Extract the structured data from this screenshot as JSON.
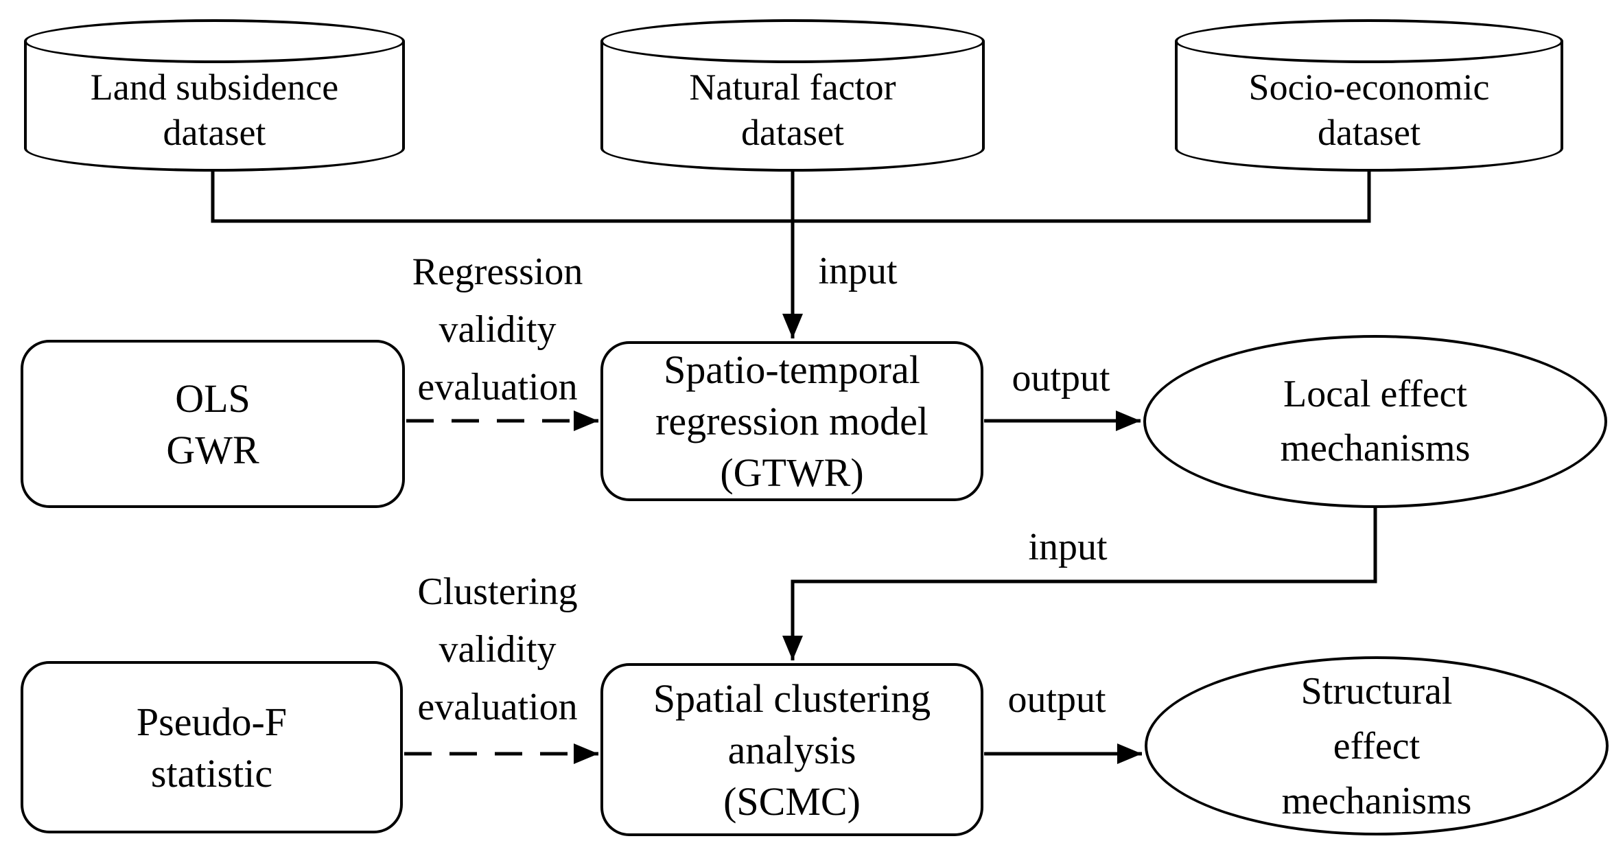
{
  "colors": {
    "background": "#ffffff",
    "stroke": "#000000",
    "text": "#000000"
  },
  "flowchart": {
    "data_stores": [
      {
        "label": "Land subsidence\ndataset"
      },
      {
        "label": "Natural factor\ndataset"
      },
      {
        "label": "Socio-economic\ndataset"
      }
    ],
    "validators": [
      {
        "label": "OLS\nGWR"
      },
      {
        "label": "Pseudo-F\nstatistic"
      }
    ],
    "processes": [
      {
        "label": "Spatio-temporal\nregression model\n(GTWR)"
      },
      {
        "label": "Spatial clustering\nanalysis\n(SCMC)"
      }
    ],
    "outputs": [
      {
        "label": "Local effect\nmechanisms"
      },
      {
        "label": "Structural\neffect\nmechanisms"
      }
    ],
    "edge_labels": {
      "dataset_input": "input",
      "gtwr_output": "output",
      "scmc_input": "input",
      "scmc_output": "output",
      "regression_validity": "Regression\nvalidity\nevaluation",
      "clustering_validity": "Clustering\nvalidity\nevaluation"
    }
  }
}
